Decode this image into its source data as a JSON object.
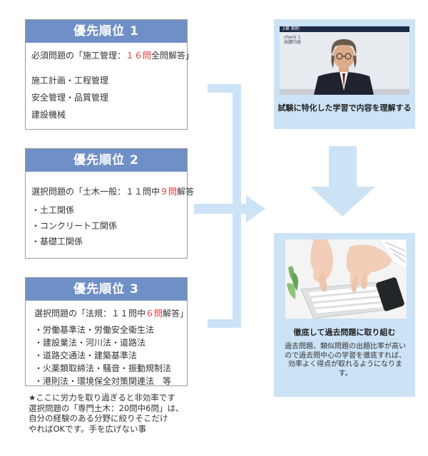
{
  "cards": [
    {
      "title": "優先順位 1",
      "lead_prefix": "必須問題の「施工管理：",
      "lead_highlight": "１６問",
      "lead_suffix": "全問解答」",
      "items": [
        "施工計画・工程管理",
        "安全管理・品質管理",
        "建設機械"
      ]
    },
    {
      "title": "優先順位 2",
      "lead_prefix": "選択問題の「土木一般：１１問中",
      "lead_highlight": "９問",
      "lead_suffix": "解答",
      "items": [
        "・土工関係",
        "・コンクリート工関係",
        "・基礎工関係"
      ]
    },
    {
      "title": "優先順位 3",
      "lead_prefix": "選択問題の「法規：１１問中",
      "lead_highlight": "６問",
      "lead_suffix": "解答」",
      "items": [
        "・労働基準法・労働安全衛生法",
        "・建設業法・河川法・道路法",
        "・道路交通法・建築基準法",
        "・火薬類取締法・騒音・振動規制法",
        "・港則法・環境保全対策関連法　等"
      ]
    }
  ],
  "note": [
    "★ここに労力を取り過ぎると非効率です",
    "選択問題の「専門土木：20問中6問」は、",
    "自分の経験のある分野に絞りそこだけ",
    "やればOKです。手を広げない事"
  ],
  "panel_top": {
    "video_bar": "2章 契約",
    "slide_text": [
      "check 1",
      "出題内容"
    ],
    "caption": "試験に特化した学習で内容を理解する"
  },
  "panel_bottom": {
    "caption": "徹底して過去問題に取り組む",
    "description": "過去問題、類似問題の出題比率が高いので過去問中心の学習を徹底すれば、効率よく得点が取れるようになります。"
  },
  "colors": {
    "header": "#6f8fc6",
    "highlight": "#e0343a",
    "arrow": "#cce3f6",
    "panel": "#cce3f6"
  }
}
